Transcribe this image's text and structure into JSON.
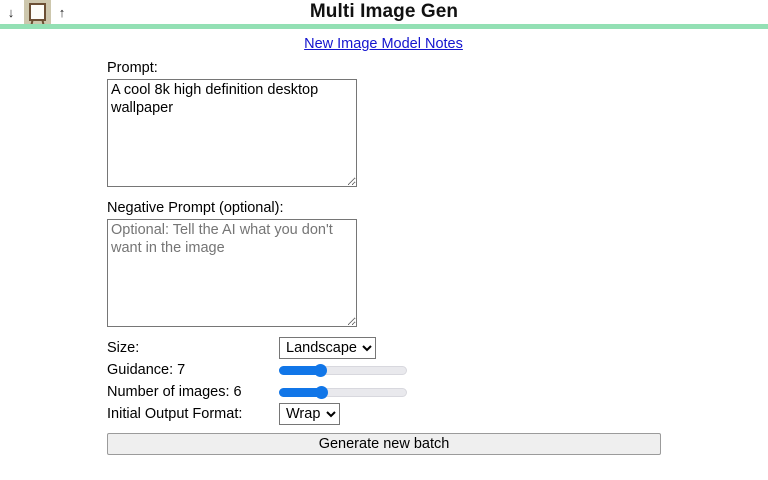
{
  "chrome": {
    "back_arrow": "↓",
    "forward_arrow": "↑",
    "app_icon": "easel-picture-icon"
  },
  "header": {
    "title": "Multi Image Gen",
    "accent_rule_color": "#93e0b4"
  },
  "links": {
    "notes": "New Image Model Notes",
    "notes_color": "#1414cf"
  },
  "form": {
    "prompt": {
      "label": "Prompt:",
      "value": "A cool 8k high definition desktop wallpaper",
      "placeholder": ""
    },
    "negative_prompt": {
      "label": "Negative Prompt (optional):",
      "value": "",
      "placeholder": "Optional: Tell the AI what you don't want in the image"
    },
    "size": {
      "label": "Size:",
      "value": "Landscape",
      "options": [
        "Landscape"
      ]
    },
    "guidance": {
      "label": "Guidance: 7",
      "value": 7,
      "min": 0,
      "max": 20,
      "fill_percent": 30
    },
    "number_of_images": {
      "label": "Number of images: 6",
      "value": 6,
      "min": 1,
      "max": 20,
      "fill_percent": 31
    },
    "output_format": {
      "label": "Initial Output Format:",
      "value": "Wrap",
      "options": [
        "Wrap"
      ]
    },
    "submit": {
      "label": "Generate new batch"
    }
  },
  "colors": {
    "slider_fill": "#1176e8",
    "slider_track": "#e9e9ed",
    "button_face": "#efefef"
  }
}
